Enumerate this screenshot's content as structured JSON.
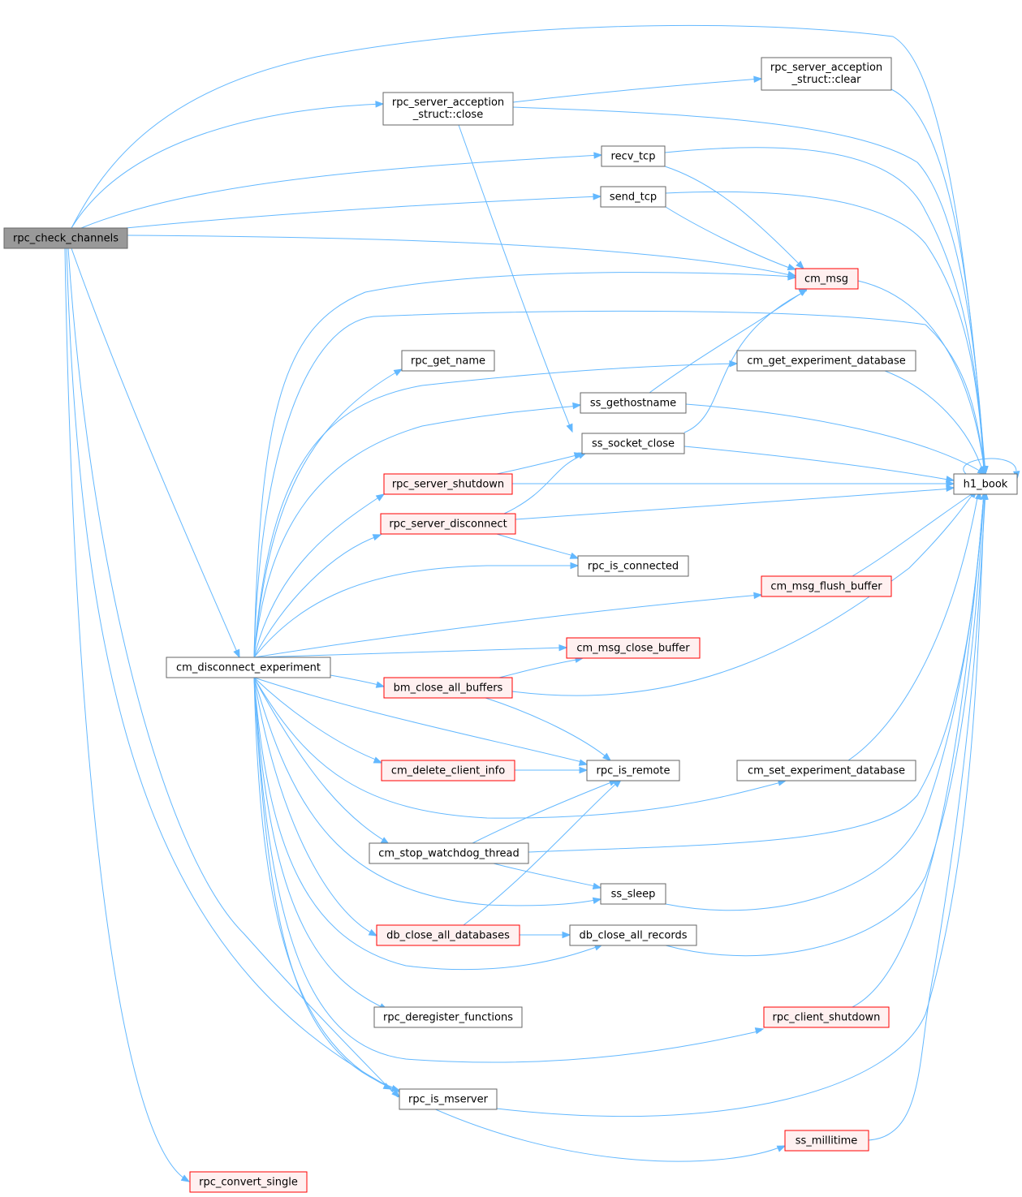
{
  "graph": {
    "edge_color": "#63b8ff",
    "root_fill": "#999999",
    "highlight_border": "#ff0000",
    "highlight_fill": "#fff0f0",
    "nodes": {
      "rpc_check_channels": "rpc_check_channels",
      "close_struct_l1": "rpc_server_acception",
      "close_struct_l2": "_struct::close",
      "clear_struct_l1": "rpc_server_acception",
      "clear_struct_l2": "_struct::clear",
      "recv_tcp": "recv_tcp",
      "send_tcp": "send_tcp",
      "cm_msg": "cm_msg",
      "rpc_get_name": "rpc_get_name",
      "cm_get_experiment_database": "cm_get_experiment_database",
      "ss_gethostname": "ss_gethostname",
      "ss_socket_close": "ss_socket_close",
      "rpc_server_shutdown": "rpc_server_shutdown",
      "h1_book": "h1_book",
      "rpc_server_disconnect": "rpc_server_disconnect",
      "rpc_is_connected": "rpc_is_connected",
      "cm_msg_flush_buffer": "cm_msg_flush_buffer",
      "cm_msg_close_buffer": "cm_msg_close_buffer",
      "cm_disconnect_experiment": "cm_disconnect_experiment",
      "bm_close_all_buffers": "bm_close_all_buffers",
      "cm_delete_client_info": "cm_delete_client_info",
      "rpc_is_remote": "rpc_is_remote",
      "cm_set_experiment_database": "cm_set_experiment_database",
      "cm_stop_watchdog_thread": "cm_stop_watchdog_thread",
      "ss_sleep": "ss_sleep",
      "db_close_all_databases": "db_close_all_databases",
      "db_close_all_records": "db_close_all_records",
      "rpc_deregister_functions": "rpc_deregister_functions",
      "rpc_client_shutdown": "rpc_client_shutdown",
      "rpc_is_mserver": "rpc_is_mserver",
      "ss_millitime": "ss_millitime",
      "rpc_convert_single": "rpc_convert_single"
    }
  }
}
